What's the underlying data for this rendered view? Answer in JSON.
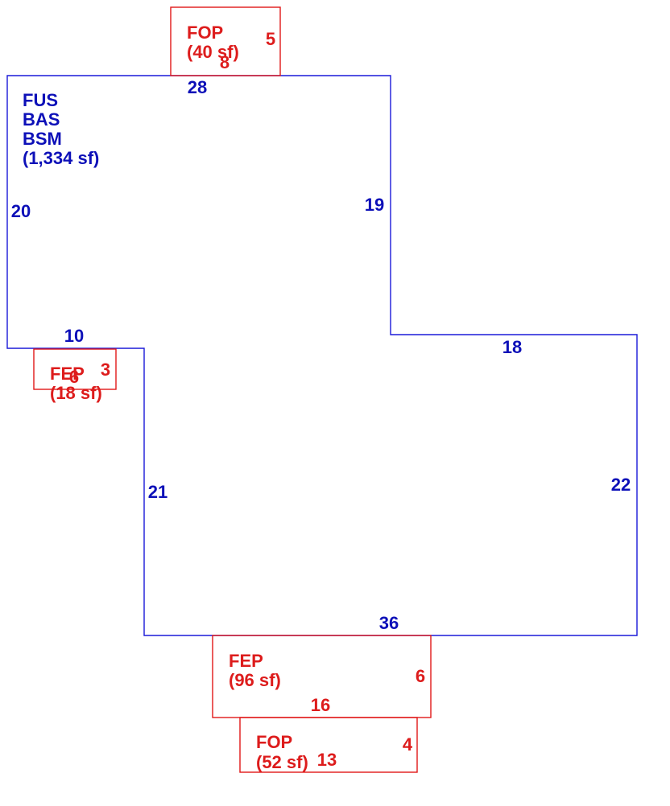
{
  "colors": {
    "main": "#0d10b8",
    "main_outline": "#1b1ad8",
    "addition": "#dd1c1c"
  },
  "main_area": {
    "codes": [
      "FUS",
      "BAS",
      "BSM"
    ],
    "area": "(1,334 sf)",
    "dims": {
      "top": "28",
      "left": "20",
      "right_upper": "19",
      "step_right": "18",
      "right_lower": "22",
      "bottom": "36",
      "left_lower": "21",
      "step_left": "10"
    }
  },
  "fop_top": {
    "code": "FOP",
    "area": "(40 sf)",
    "width": "8",
    "height": "5"
  },
  "fep_left": {
    "code": "FEP",
    "area": "(18 sf)",
    "width": "6",
    "height": "3"
  },
  "fep_bottom": {
    "code": "FEP",
    "area": "(96 sf)",
    "width": "16",
    "height": "6"
  },
  "fop_bottom": {
    "code": "FOP",
    "area": "(52 sf)",
    "width": "13",
    "height": "4"
  }
}
